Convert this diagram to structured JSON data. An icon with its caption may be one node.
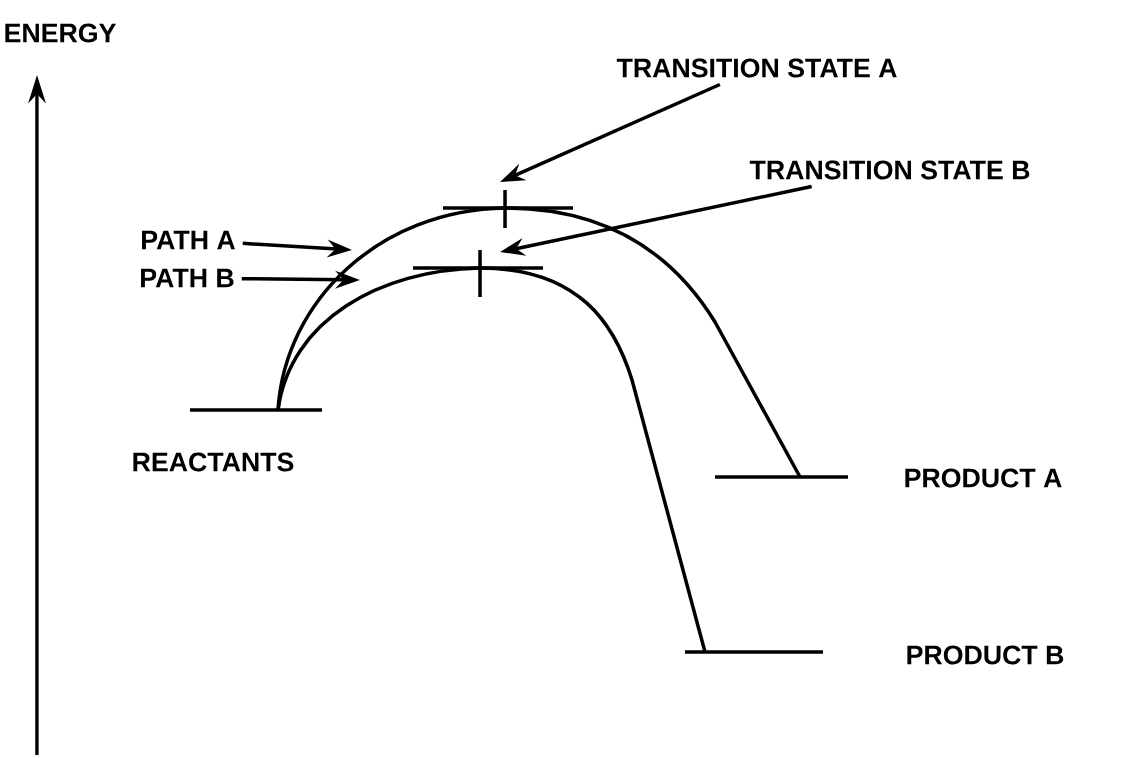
{
  "diagram": {
    "nodes": [
      {
        "text": [
          "TRANSITION STATE A"
        ]
      },
      {
        "text": [
          "TRANSITION STATE B"
        ]
      },
      {
        "text": [
          "PATH A"
        ]
      },
      {
        "text": [
          "PATH B"
        ]
      }
    ],
    "edges": [
      {
        "from": 0,
        "to": null,
        "arrow": "to"
      },
      {
        "from": 1,
        "to": null,
        "arrow": "to"
      },
      {
        "from": 2,
        "to": null,
        "arrow": "to"
      },
      {
        "from": 3,
        "to": null,
        "arrow": "to"
      }
    ],
    "labels": [
      "ENERGY",
      "REACTANTS",
      "PRODUCT A",
      "PRODUCT B"
    ]
  }
}
